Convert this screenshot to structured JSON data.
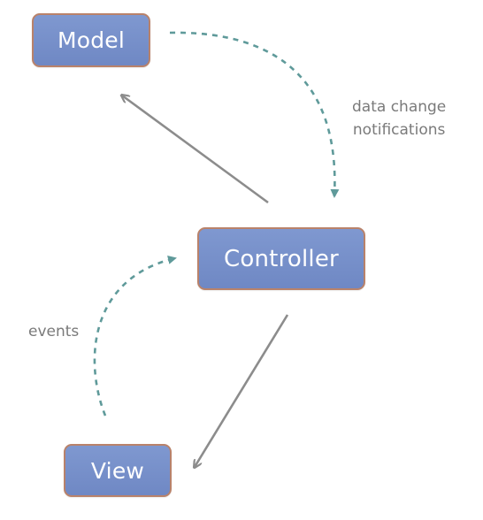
{
  "nodes": {
    "model": "Model",
    "controller": "Controller",
    "view": "View"
  },
  "edges": {
    "data_change_line1": "data change",
    "data_change_line2": "notifications",
    "events": "events"
  },
  "colors": {
    "node_fill": "#7189c5",
    "node_border": "#b9826a",
    "solid_arrow": "#8c8c8c",
    "dashed_arrow": "#5f9a9a",
    "label_text": "#7a7a7a"
  }
}
